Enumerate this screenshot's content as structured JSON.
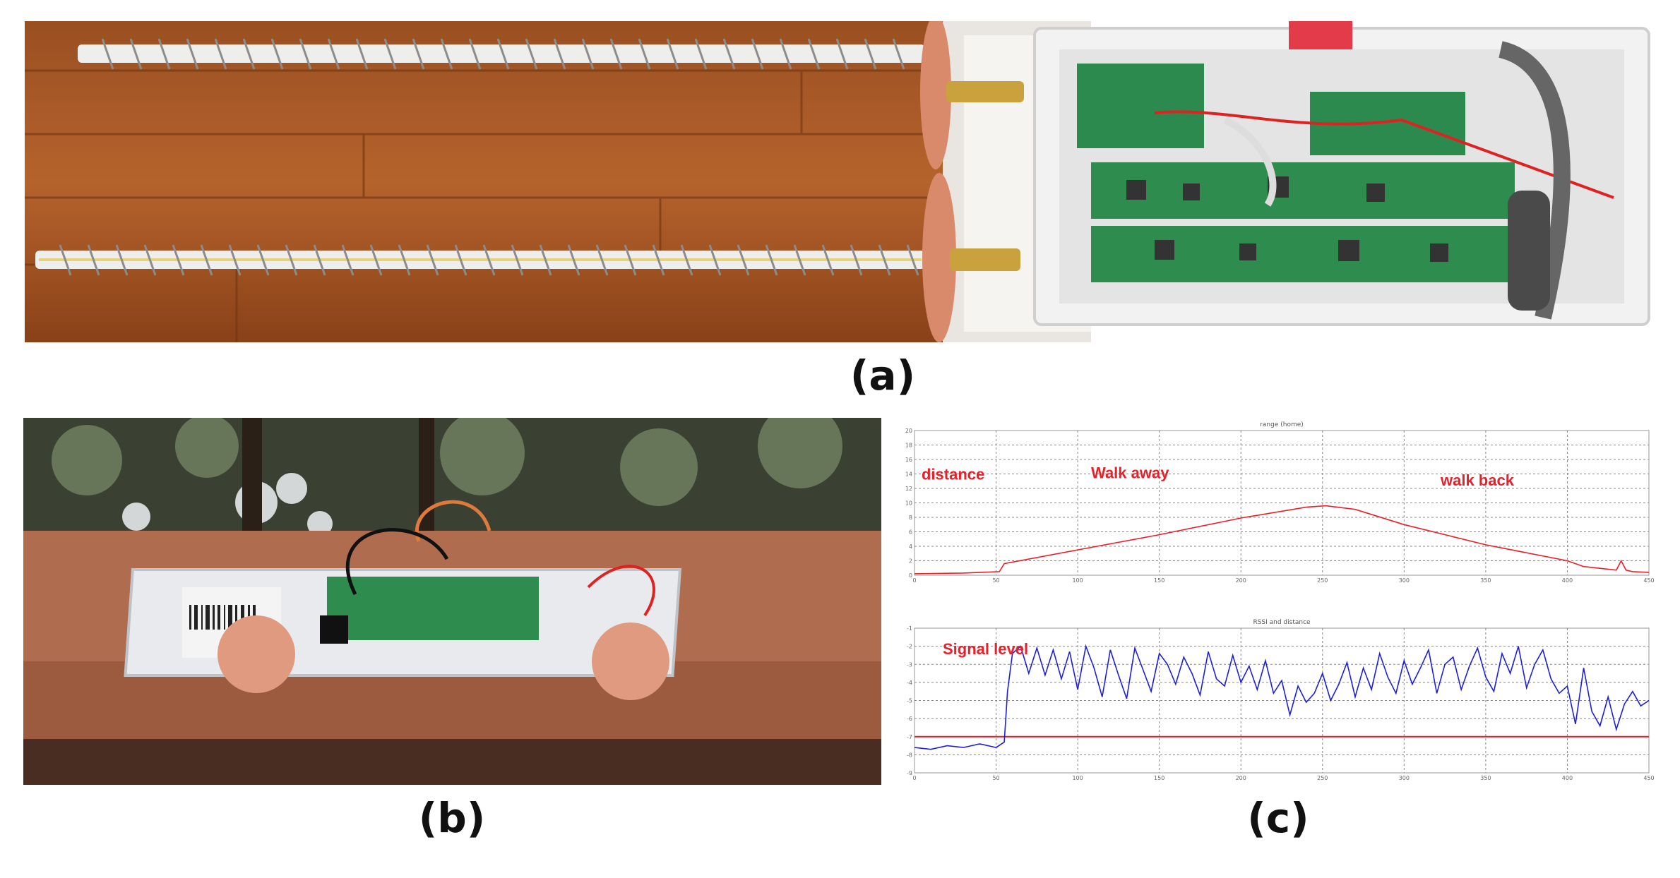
{
  "captions": {
    "a": "(a)",
    "b": "(b)",
    "c": "(c)"
  },
  "photo_a": {
    "subject": "two helical antennas connected to a radar circuit board in an open white enclosure on a wooden floor"
  },
  "photo_b": {
    "subject": "assembled radar module in a white box with two copper patch antennas on a wooden deck railing"
  },
  "colors": {
    "distance_trace": "#e8202a",
    "signal_trace": "#1f1fd6",
    "threshold_line": "#e8202a",
    "annotation": "#e8202a"
  },
  "chart_data": [
    {
      "type": "line",
      "title": "range (home)",
      "annotations": [
        "distance",
        "Walk away",
        "walk back"
      ],
      "yticks": [
        "0",
        "2",
        "4",
        "6",
        "8",
        "10",
        "12",
        "14",
        "16",
        "18",
        "20"
      ],
      "xticks": [
        "0",
        "50",
        "100",
        "150",
        "200",
        "250",
        "300",
        "350",
        "400",
        "450"
      ],
      "ylim": [
        0,
        20
      ],
      "xlim": [
        0,
        450
      ],
      "grid": true,
      "series": [
        {
          "x": [
            0,
            30,
            52,
            55,
            100,
            150,
            200,
            240,
            252,
            270,
            300,
            350,
            400,
            410,
            430,
            433,
            436,
            440,
            450
          ],
          "y": [
            0.2,
            0.3,
            0.5,
            1.6,
            3.5,
            5.6,
            7.9,
            9.4,
            9.6,
            9.1,
            7.0,
            4.2,
            2.0,
            1.2,
            0.7,
            2.0,
            0.7,
            0.5,
            0.4
          ]
        }
      ]
    },
    {
      "type": "line",
      "title": "RSSI and distance",
      "annotations": [
        "Signal level"
      ],
      "yticks": [
        "-9",
        "-8",
        "-7",
        "-6",
        "-5",
        "-4",
        "-3",
        "-2",
        "-1"
      ],
      "xticks": [
        "0",
        "50",
        "100",
        "150",
        "200",
        "250",
        "300",
        "350",
        "400",
        "450"
      ],
      "ylim": [
        -9,
        -1
      ],
      "xlim": [
        0,
        450
      ],
      "grid": true,
      "threshold": -7.0,
      "series": [
        {
          "x": [
            0,
            10,
            20,
            30,
            40,
            50,
            55,
            57,
            60,
            65,
            70,
            75,
            80,
            85,
            90,
            95,
            100,
            105,
            110,
            115,
            120,
            125,
            130,
            135,
            140,
            145,
            150,
            155,
            160,
            165,
            170,
            175,
            180,
            185,
            190,
            195,
            200,
            205,
            210,
            215,
            220,
            225,
            230,
            235,
            240,
            245,
            250,
            255,
            260,
            265,
            270,
            275,
            280,
            285,
            290,
            295,
            300,
            305,
            310,
            315,
            320,
            325,
            330,
            335,
            340,
            345,
            350,
            355,
            360,
            365,
            370,
            375,
            380,
            385,
            390,
            395,
            400,
            405,
            410,
            415,
            420,
            425,
            430,
            435,
            440,
            445,
            450
          ],
          "y": [
            -7.6,
            -7.7,
            -7.5,
            -7.6,
            -7.4,
            -7.6,
            -7.3,
            -4.5,
            -2.4,
            -2.0,
            -3.5,
            -2.1,
            -3.6,
            -2.2,
            -3.8,
            -2.3,
            -4.4,
            -2.0,
            -3.2,
            -4.8,
            -2.2,
            -3.6,
            -4.9,
            -2.1,
            -3.3,
            -4.5,
            -2.4,
            -3.0,
            -4.1,
            -2.6,
            -3.5,
            -4.7,
            -2.3,
            -3.8,
            -4.2,
            -2.5,
            -4.0,
            -3.1,
            -4.4,
            -2.8,
            -4.6,
            -3.9,
            -5.8,
            -4.2,
            -5.1,
            -4.6,
            -3.5,
            -5.0,
            -4.1,
            -2.9,
            -4.8,
            -3.2,
            -4.4,
            -2.4,
            -3.7,
            -4.6,
            -2.8,
            -4.1,
            -3.2,
            -2.2,
            -4.6,
            -3.0,
            -2.6,
            -4.4,
            -3.1,
            -2.1,
            -3.7,
            -4.5,
            -2.4,
            -3.5,
            -2.0,
            -4.3,
            -3.0,
            -2.2,
            -3.8,
            -4.6,
            -4.2,
            -6.3,
            -3.2,
            -5.6,
            -6.4,
            -4.8,
            -6.6,
            -5.2,
            -4.5,
            -5.3,
            -5.0
          ]
        }
      ]
    }
  ]
}
